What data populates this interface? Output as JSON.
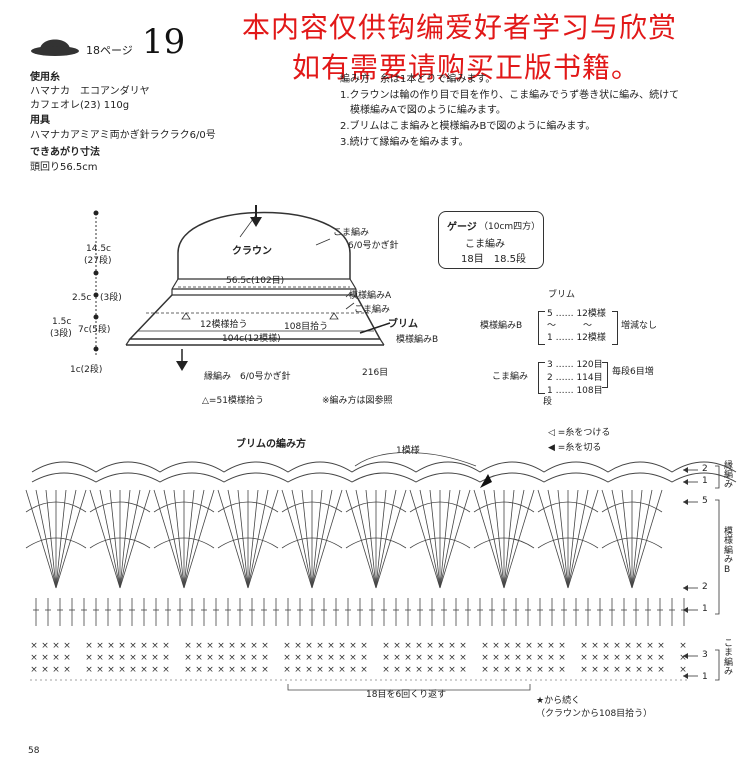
{
  "watermark": {
    "line1": "本内容仅供钩编爱好者学习与欣赏",
    "line2": "如有需要请购买正版书籍。"
  },
  "header": {
    "page_ref": "18ページ",
    "pattern_number": "19"
  },
  "materials": {
    "yarn_heading": "使用糸",
    "yarn_brand": "ハマナカ　エコアンダリヤ",
    "yarn_color": "カフェオレ(23) 110g",
    "tools_heading": "用具",
    "tools": "ハマナカアミアミ両かぎ針ラクラク6/0号",
    "size_heading": "できあがり寸法",
    "size": "頭回り56.5cm"
  },
  "instructions": {
    "heading": "編み方　糸は1本どりで編みます。",
    "steps": [
      "1.クラウンは輪の作り目で目を作り、こま編みでうず巻き状に編み、続けて",
      "　模様編みAで図のように編みます。",
      "2.ブリムはこま編みと模様編みBで図のように編みます。",
      "3.続けて縁編みを編みます。"
    ]
  },
  "gauge": {
    "title": "ゲージ",
    "unit": "（10cm四方）",
    "stitch": "こま編み",
    "values": "18目　18.5段"
  },
  "hat_diagram": {
    "crown_label": "クラウン",
    "crown_stitch": "こま編み",
    "crown_hook": "6/0号かぎ針",
    "circumference": "56.5c(102目)",
    "pattern_a": "模様編みA",
    "sc": "こま編み",
    "brim_label": "ブリム",
    "pick12a": "12模様拾う",
    "pick108": "108目拾う",
    "pattern_b": "模様編みB",
    "brim_width": "104c(12模様)",
    "edge": "縁編み　6/0号かぎ針",
    "count216": "216目",
    "note_triangle": "△=51模様拾う",
    "note_chart": "※編み方は図参照",
    "dim_145": "14.5c",
    "dim_27": "(27段)",
    "dim_25": "2.5c",
    "dim_3a": "(3段)",
    "dim_15": "1.5c",
    "dim_3b": "(3段)",
    "dim_7": "7c(5段)",
    "dim_1": "1c(2段)"
  },
  "brim_table": {
    "title": "ブリム",
    "pattern_label": "模様編みB",
    "p_rows": [
      "5 …… 12模様",
      "〜　　　〜",
      "1 …… 12模様"
    ],
    "p_note": "増減なし",
    "sc_label": "こま編み",
    "sc_rows": [
      "3 …… 120目",
      "2 …… 114目",
      "1 …… 108目"
    ],
    "sc_note": "毎段6目増",
    "dan": "段"
  },
  "chart": {
    "title": "ブリムの編み方",
    "repeat_label": "1模様",
    "legend_attach": "◁ =糸をつける",
    "legend_cut": "◀ =糸を切る",
    "rows_right": [
      "2",
      "1",
      "5",
      "2",
      "1",
      "3",
      "1"
    ],
    "section_edge": "縁編み",
    "section_pattern": "模様編みB",
    "section_sc": "こま編み",
    "repeat_note": "18目を6回くり返す",
    "continue_note": "★から続く",
    "continue_sub": "（クラウンから108目拾う）"
  },
  "footer": {
    "page_number": "58"
  }
}
